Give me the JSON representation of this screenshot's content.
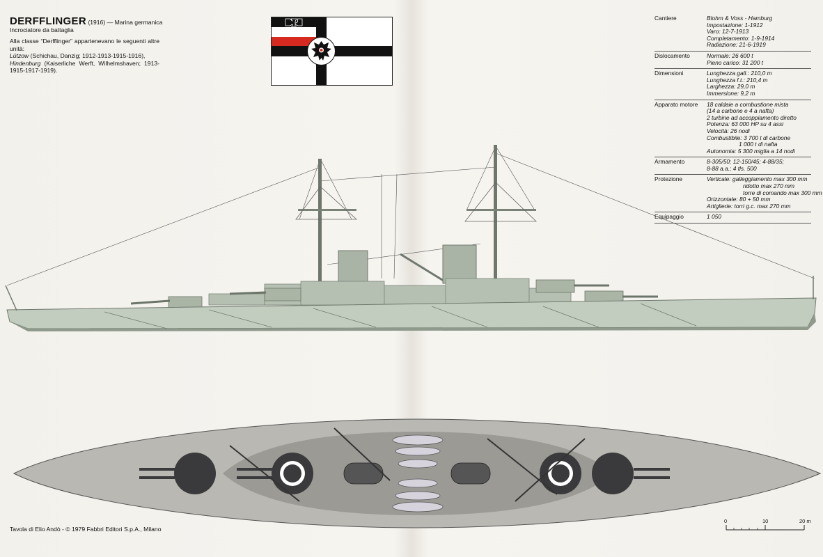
{
  "header": {
    "ship_name": "DERFFLINGER",
    "year": "(1916)",
    "navy": "— Marina germanica",
    "type": "Incrociatore da battaglia",
    "class_intro": "Alla classe “Derfflinger” appartenevano le seguenti altre unità:",
    "sister1_name": "Lützow",
    "sister1_info": "(Schichau, Danzig; 1912-1913-1915-1916),",
    "sister2_name": "Hindenburg",
    "sister2_info": "(Kaiserliche Werft, Wilhelmshaven; 1913-1915-1917-1919)."
  },
  "specs": [
    {
      "label": "Cantiere",
      "values": [
        "Blohm & Voss - Hamburg",
        "Impostazione: 1-1912",
        "Varo: 12-7-1913",
        "Completamento: 1-9-1914",
        "Radiazione: 21-6-1919"
      ]
    },
    {
      "label": "Dislocamento",
      "values": [
        "Normale: 26 600 t",
        "Pieno carico: 31 200 t"
      ]
    },
    {
      "label": "Dimensioni",
      "values": [
        "Lunghezza gall.: 210,0 m",
        "Lunghezza f.t.: 210,4 m",
        "Larghezza: 29,0 m",
        "Immersione: 9,2 m"
      ]
    },
    {
      "label": "Apparato motore",
      "values": [
        "18 caldaie a combustione mista",
        "(14 a carbone e 4 a nafta)",
        "2 turbine ad accoppiamento diretto",
        "Potenza: 63 000 HP su 4 assi",
        "Velocità: 26 nodi",
        "Combustibile: 3 700 t di carbone",
        "1 000 t di nafta",
        "Autonomia: 5 300 miglia a 14 nodi"
      ]
    },
    {
      "label": "Armamento",
      "values": [
        "8-305/50; 12-150/45; 4-88/35;",
        "8-88 a.a.; 4 tls. 500"
      ]
    },
    {
      "label": "Protezione",
      "values": [
        "Verticale: galleggiamento max 300 mm",
        "ridotto max 270 mm",
        "torre di comando max 300 mm",
        "Orizzontale: 80 + 50 mm",
        "Artiglierie: torri g.c. max 270 mm"
      ]
    },
    {
      "label": "Equipaggio",
      "values": [
        "1 050"
      ]
    }
  ],
  "footer": {
    "credit": "Tavola di Elio Andò - © 1979 Fabbri Editori S.p.A., Milano",
    "scale_labels": [
      "0",
      "10",
      "20 m"
    ]
  },
  "colors": {
    "hull": "#c3cdbf",
    "hull_dark": "#8f9a8c",
    "deck": "#b9b8b2",
    "turret": "#3a3a3c",
    "flag_red": "#d62a20",
    "flag_black": "#111111"
  }
}
